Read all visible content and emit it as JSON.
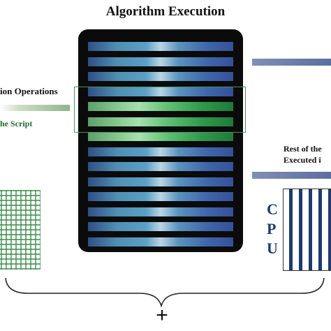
{
  "title": "Algorithm Execution",
  "left": {
    "operations_label": "ion Operations",
    "script_label": "he Script"
  },
  "right": {
    "rest_line1": "Rest of the",
    "rest_line2": "Executed i"
  },
  "cpu": {
    "letters": [
      "C",
      "P",
      "U"
    ]
  },
  "plus": "+",
  "panel": {
    "stripe_colors": [
      "blue",
      "blue",
      "blue",
      "blue",
      "green",
      "green",
      "green",
      "blue",
      "blue",
      "blue",
      "blue",
      "blue",
      "blue",
      "blue"
    ],
    "highlight_color": "#4e8f5e"
  },
  "colors": {
    "green_text": "#1f6b2e",
    "blue_text": "#1e3a6e",
    "blue_bar": "#5b6e9f",
    "green_bar": "#8fb58a"
  }
}
